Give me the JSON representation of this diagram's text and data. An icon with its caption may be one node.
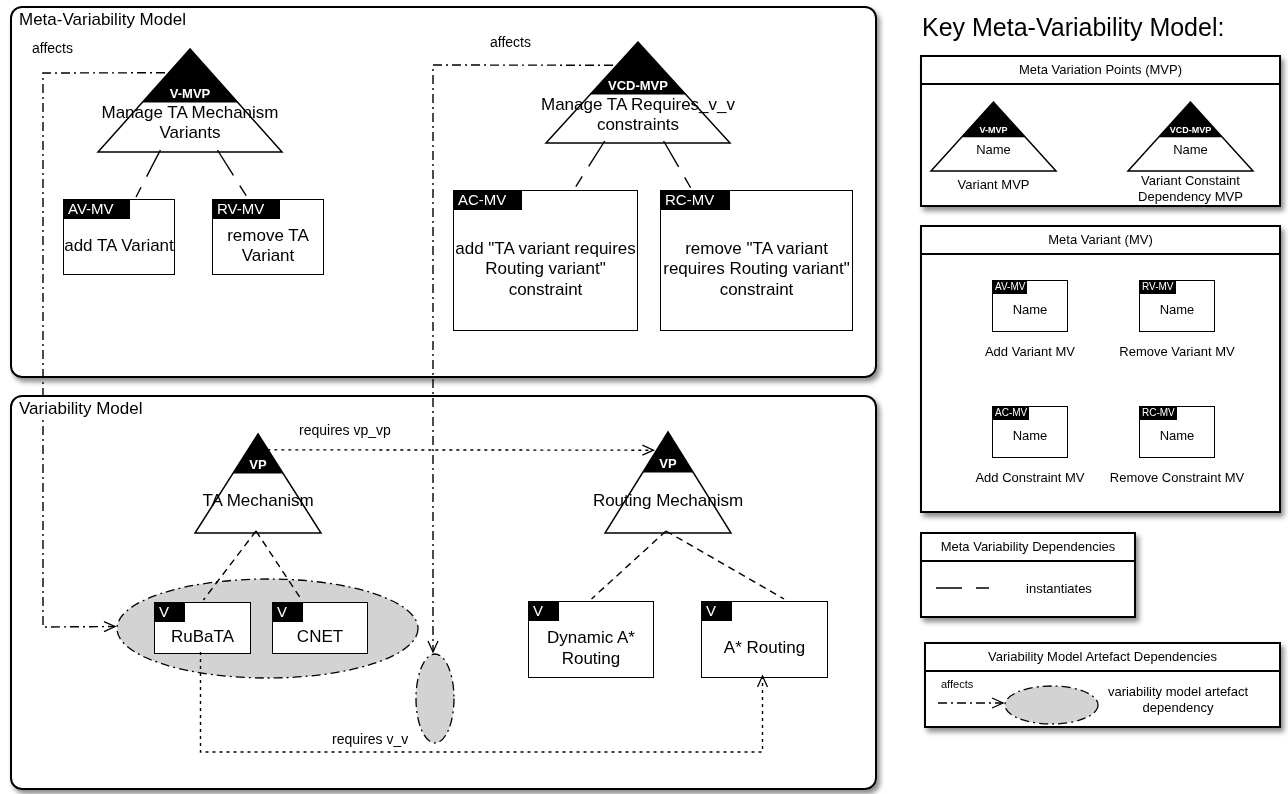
{
  "diagram": {
    "nodes": [
      {
        "text": [
          "Meta-Variability Model"
        ]
      },
      {
        "text": [
          "V-MVP",
          "Manage TA Mechanism Variants"
        ],
        "in": 0
      },
      {
        "text": [
          "AV-MV",
          "add TA Variant"
        ],
        "in": 0
      },
      {
        "text": [
          "RV-MV",
          "remove TA Variant"
        ],
        "in": 0
      },
      {
        "text": [
          "VCD-MVP",
          "Manage TA Requires_v_v constraints"
        ],
        "in": 0
      },
      {
        "text": [
          "AC-MV",
          "add \"TA variant requires Routing variant\" constraint"
        ],
        "in": 0
      },
      {
        "text": [
          "RC-MV",
          "remove \"TA variant requires Routing variant\" constraint"
        ],
        "in": 0
      },
      {
        "text": [
          "Variability Model"
        ]
      },
      {
        "text": [
          "VP",
          "TA Mechanism"
        ],
        "in": 7
      },
      {
        "text": [],
        "shape": "ellipse",
        "in": 7
      },
      {
        "text": [
          "V",
          "RuBaTA"
        ],
        "in": 9
      },
      {
        "text": [
          "V",
          "CNET"
        ],
        "in": 9
      },
      {
        "text": [
          "VP",
          "Routing Mechanism"
        ],
        "in": 7
      },
      {
        "text": [
          "V",
          "Dynamic A* Routing"
        ],
        "in": 7
      },
      {
        "text": [
          "V",
          "A* Routing"
        ],
        "in": 7
      },
      {
        "text": [],
        "shape": "ellipse",
        "in": 7
      },
      {
        "text": [
          "Meta Variation Points (MVP)"
        ]
      },
      {
        "text": [
          "V-MVP",
          "Name"
        ],
        "in": 16,
        "beside": [
          "Variant MVP"
        ]
      },
      {
        "text": [
          "VCD-MVP",
          "Name"
        ],
        "in": 16,
        "beside": [
          "Variant Constaint Dependency MVP"
        ]
      },
      {
        "text": [
          "Meta Variant (MV)"
        ]
      },
      {
        "text": [
          "AV-MV",
          "Name"
        ],
        "in": 19,
        "beside": [
          "Add Variant MV"
        ]
      },
      {
        "text": [
          "RV-MV",
          "Name"
        ],
        "in": 19,
        "beside": [
          "Remove Variant MV"
        ]
      },
      {
        "text": [
          "AC-MV",
          "Name"
        ],
        "in": 19,
        "beside": [
          "Add Constraint MV"
        ]
      },
      {
        "text": [
          "RC-MV",
          "Name"
        ],
        "in": 19,
        "beside": [
          "Remove Constraint MV"
        ]
      },
      {
        "text": [
          "Meta Variability Dependencies",
          "instantiates"
        ]
      },
      {
        "text": [
          "Variability Model Artefact Dependencies",
          "variability model artefact dependency"
        ]
      },
      {
        "text": [],
        "shape": "ellipse",
        "in": 25
      }
    ],
    "edges": [
      {
        "from": 1,
        "to": 2,
        "arrow": "none",
        "style": "dashed"
      },
      {
        "from": 1,
        "to": 3,
        "arrow": "none",
        "style": "dashed"
      },
      {
        "from": 4,
        "to": 5,
        "arrow": "none",
        "style": "dashed"
      },
      {
        "from": 4,
        "to": 6,
        "arrow": "none",
        "style": "dashed"
      },
      {
        "from": 8,
        "to": 10,
        "arrow": "none",
        "style": "dashed"
      },
      {
        "from": 8,
        "to": 11,
        "arrow": "none",
        "style": "dashed"
      },
      {
        "from": 12,
        "to": 13,
        "arrow": "none",
        "style": "dashed"
      },
      {
        "from": 12,
        "to": 14,
        "arrow": "none",
        "style": "dashed"
      },
      {
        "from": 8,
        "to": 12,
        "arrow": "to",
        "label": "requires vp_vp",
        "style": "dashed"
      },
      {
        "from": 1,
        "to": 9,
        "arrow": "to",
        "label": "affects",
        "style": "dashed"
      },
      {
        "from": 4,
        "to": 15,
        "arrow": "to",
        "label": "affects",
        "style": "dashed"
      },
      {
        "from": 10,
        "to": 14,
        "arrow": "to",
        "label": "requires v_v",
        "style": "dashed"
      },
      {
        "from": null,
        "to": 26,
        "arrow": "to",
        "label": "affects",
        "style": "dashed"
      }
    ],
    "labels": [
      "Key Meta-Variability Model:"
    ]
  }
}
